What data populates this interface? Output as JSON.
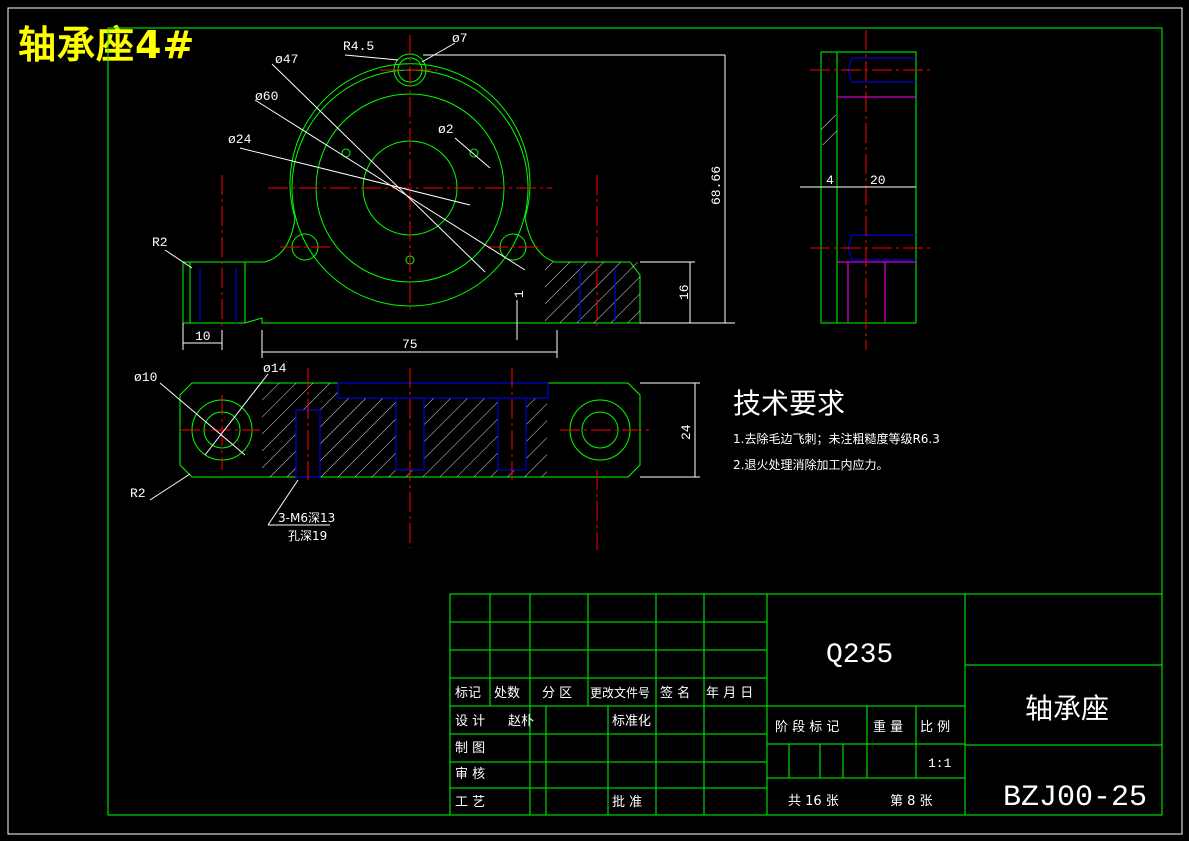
{
  "header": {
    "title": "轴承座4#"
  },
  "dimensions": {
    "r45": "R4.5",
    "d7": "ø7",
    "d47": "ø47",
    "d60": "ø60",
    "d24": "ø24",
    "d2": "ø2",
    "r2_top": "R2",
    "h6866": "68.66",
    "h16": "16",
    "w10": "10",
    "v1": "1",
    "w75": "75",
    "d10": "ø10",
    "d14": "ø14",
    "r2_bottom": "R2",
    "h24": "24",
    "thread_note": "3-M6深13",
    "hole_note": "孔深19",
    "w4": "4",
    "w20": "20"
  },
  "technical_requirements": {
    "title": "技术要求",
    "items": [
      "1.去除毛边飞刺；未注粗糙度等级R6.3",
      "2.退火处理消除加工内应力。"
    ]
  },
  "title_block": {
    "material": "Q235",
    "part_name": "轴承座",
    "drawing_no": "BZJ00-25",
    "revision_header": [
      "标记",
      "处数",
      "分 区",
      "更改文件号",
      "签 名",
      "年 月 日"
    ],
    "row_design": "设 计",
    "designer": "赵朴",
    "row_standard": "标准化",
    "row_draw": "制 图",
    "row_check": "审 核",
    "row_process": "工 艺",
    "row_approve": "批 准",
    "stage_label": "阶 段 标 记",
    "weight_label": "重 量",
    "scale_label": "比 例",
    "scale": "1:1",
    "sheets_total": "共 16 张",
    "sheet_no": "第 8 张"
  },
  "colors": {
    "outline": "#00ff00",
    "center": "#ff0000",
    "hidden": "#0000ff",
    "hatch": "#ffffff",
    "header": "#ffff00",
    "magenta": "#ff00ff"
  }
}
